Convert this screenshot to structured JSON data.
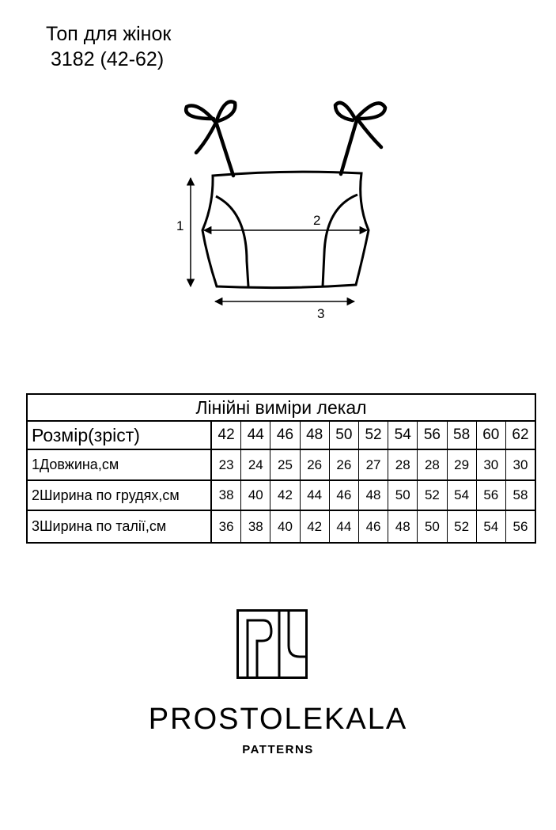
{
  "header": {
    "title": "Топ для жінок",
    "subtitle": "3182 (42-62)"
  },
  "sketch": {
    "dimension_labels": [
      "1",
      "2",
      "3"
    ]
  },
  "table": {
    "header": "Лінійні виміри лекал",
    "size_row": {
      "label": "Розмір(зріст)",
      "values": [
        "42",
        "44",
        "46",
        "48",
        "50",
        "52",
        "54",
        "56",
        "58",
        "60",
        "62"
      ]
    },
    "rows": [
      {
        "label": "1Довжина,см",
        "values": [
          "23",
          "24",
          "25",
          "26",
          "26",
          "27",
          "28",
          "28",
          "29",
          "30",
          "30"
        ]
      },
      {
        "label": "2Ширина по грудях,см",
        "values": [
          "38",
          "40",
          "42",
          "44",
          "46",
          "48",
          "50",
          "52",
          "54",
          "56",
          "58"
        ]
      },
      {
        "label": "3Ширина по талії,см",
        "values": [
          "36",
          "38",
          "40",
          "42",
          "44",
          "46",
          "48",
          "50",
          "52",
          "54",
          "56"
        ]
      }
    ]
  },
  "brand": {
    "name": "PROSTOLEKALA",
    "tagline": "PATTERNS"
  }
}
